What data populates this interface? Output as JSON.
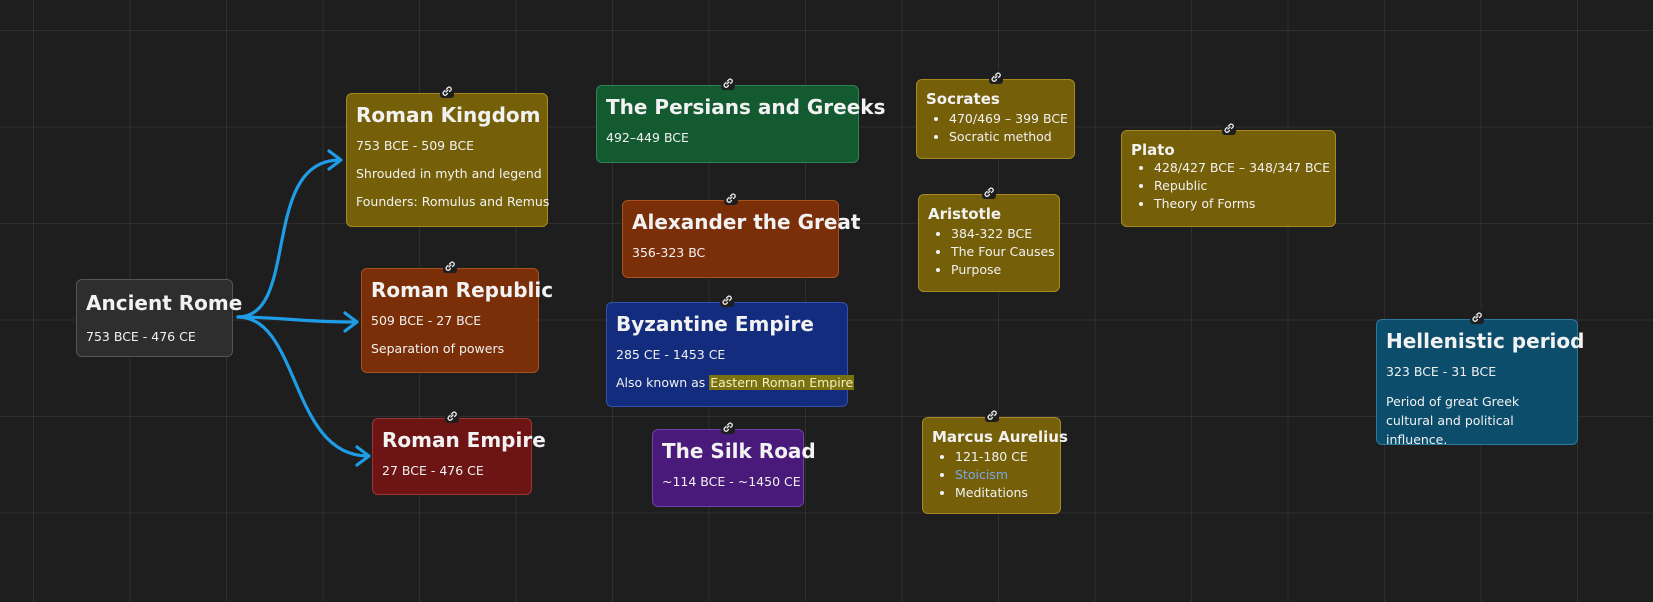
{
  "colors": {
    "edge": "#1e9de6",
    "background": "#1e1e1e"
  },
  "nodes": {
    "ancient_rome": {
      "title": "Ancient Rome",
      "dates": "753 BCE - 476 CE"
    },
    "roman_kingdom": {
      "title": "Roman Kingdom",
      "dates": "753 BCE - 509 BCE",
      "line1": "Shrouded in myth and legend",
      "line2": "Founders: Romulus and Remus",
      "icon": "link-icon"
    },
    "roman_republic": {
      "title": "Roman Republic",
      "dates": "509 BCE - 27 BCE",
      "line1": "Separation of powers",
      "icon": "link-icon"
    },
    "roman_empire": {
      "title": "Roman Empire",
      "dates": "27 BCE - 476 CE",
      "icon": "link-icon"
    },
    "persians_greeks": {
      "title": "The Persians and Greeks",
      "dates": "492–449 BCE",
      "icon": "link-icon"
    },
    "alexander": {
      "title": "Alexander the Great",
      "dates": "356-323 BC",
      "icon": "link-icon"
    },
    "byzantine": {
      "title": "Byzantine Empire",
      "dates": "285 CE - 1453 CE",
      "aka_prefix": "Also known as ",
      "aka_highlight": "Eastern Roman Empire",
      "icon": "link-icon"
    },
    "silk_road": {
      "title": "The Silk Road",
      "dates": "~114 BCE - ~1450 CE",
      "icon": "link-icon"
    },
    "socrates": {
      "title": "Socrates",
      "items": [
        "470/469 – 399 BCE",
        "Socratic method"
      ],
      "icon": "link-icon"
    },
    "aristotle": {
      "title": "Aristotle",
      "items": [
        "384-322 BCE",
        "The Four Causes",
        "Purpose"
      ],
      "icon": "link-icon"
    },
    "marcus": {
      "title": "Marcus Aurelius",
      "items": [
        "121-180 CE",
        "Stoicism",
        "Meditations"
      ],
      "icon": "link-icon"
    },
    "plato": {
      "title": "Plato",
      "items": [
        "428/427 BCE – 348/347 BCE",
        "Republic",
        "Theory of Forms"
      ],
      "icon": "link-icon"
    },
    "hellenistic": {
      "title": "Hellenistic period",
      "dates": "323 BCE - 31 BCE",
      "desc": "Period of great Greek cultural and political influence.",
      "icon": "link-icon"
    }
  },
  "edges": [
    {
      "from": "Ancient Rome",
      "to": "Roman Kingdom"
    },
    {
      "from": "Ancient Rome",
      "to": "Roman Republic"
    },
    {
      "from": "Ancient Rome",
      "to": "Roman Empire"
    }
  ]
}
